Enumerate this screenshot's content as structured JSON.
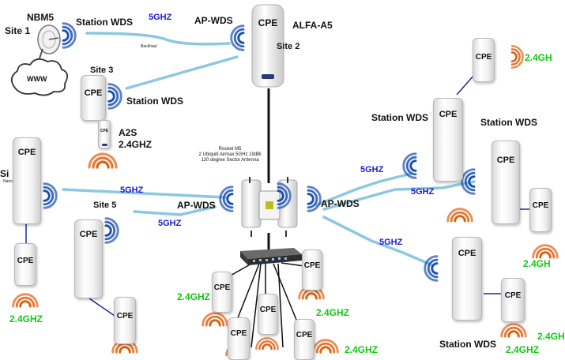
{
  "labels": {
    "nbm5": "NBM5",
    "site1": "Site 1",
    "station_wds_top": "Station WDS",
    "freq_top": "5GHZ",
    "ap_wds_top": "AP-WDS",
    "alfa": "ALFA-A5",
    "site2": "Site 2",
    "backhaul": "Backhaul",
    "www": "WWW",
    "site3": "Site 3",
    "station_wds_site3": "Station WDS",
    "a2s": "A2S",
    "a2s_freq": "2.4GHZ",
    "rocket_line1": "Rocket M5",
    "rocket_line2": "2 Ubiquiti Airmax 5GHz 19dBi",
    "rocket_line3": "120 degree Sector Antenna",
    "site_cut": "Si",
    "nano_cut": "Nano",
    "freq_left1": "5GHZ",
    "site5": "Site 5",
    "ap_wds_left": "AP-WDS",
    "freq_left2": "5GHZ",
    "ap_wds_right": "AP-WDS",
    "station_wds_right1": "Station WDS",
    "station_wds_right2": "Station WDS",
    "freq_right1": "5GHZ",
    "freq_right2": "5GHZ",
    "freq_right3": "5GHZ",
    "station_wds_bottom": "Station WDS",
    "g24_top_right": "2.4GH",
    "g24_right_mid": "2.4GH",
    "g24_right_low": "2.4GH",
    "g24_bottom_right": "2.4GHZ",
    "g24_left": "2.4GHZ",
    "g24_center1": "2.4GHZ",
    "g24_center2": "2.4GHZ",
    "g24_center3": "2.4GHZ",
    "cpe": "CPE",
    "cpe_small": "CPE"
  },
  "colors": {
    "link": "#8cc8e0",
    "wave_blue": "#1a4fb0",
    "wave_orange": "#e06010",
    "freq_blue": "#1a1ad6",
    "freq_green": "#14c814"
  }
}
